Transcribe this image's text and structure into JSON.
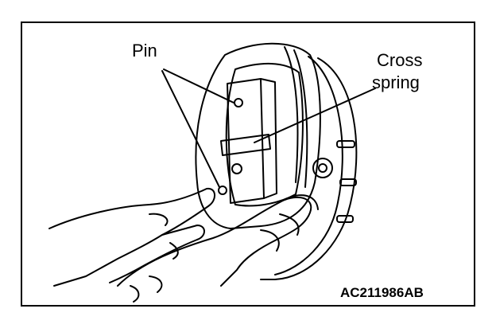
{
  "labels": {
    "pin": "Pin",
    "cross_line1": "Cross",
    "cross_line2": "spring"
  },
  "figure_code": "AC211986AB"
}
